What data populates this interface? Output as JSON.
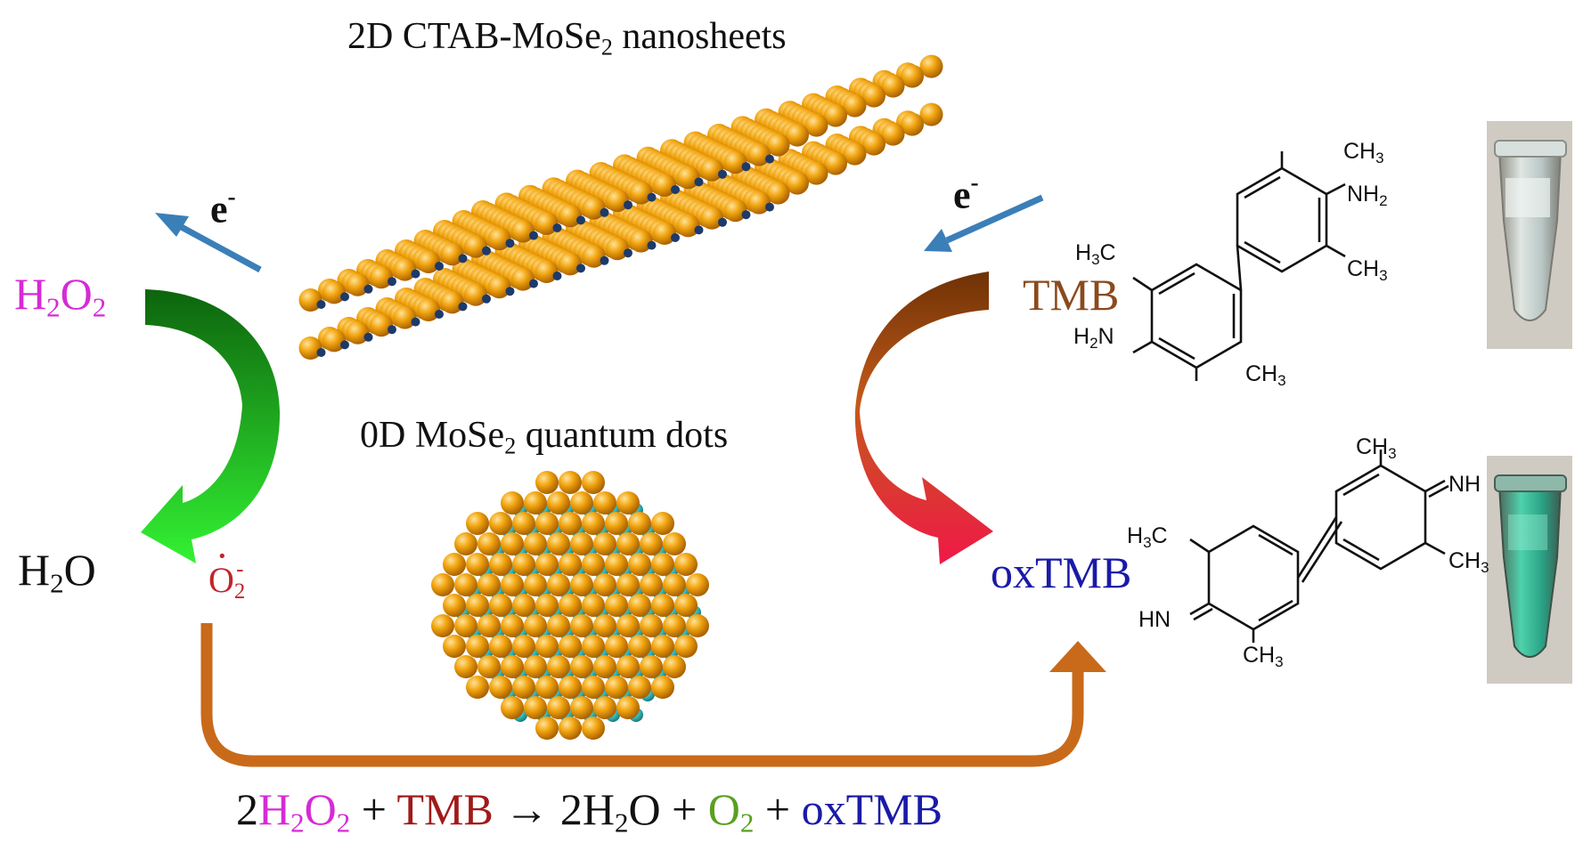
{
  "title_top": {
    "pre": "2D CTAB-MoSe",
    "sub": "2",
    "post": " nanosheets"
  },
  "title_mid": {
    "pre": "0D MoSe",
    "sub": "2",
    "post": " quantum dots"
  },
  "electron_left": {
    "base": "e",
    "sup": "-"
  },
  "electron_right": {
    "base": "e",
    "sup": "-"
  },
  "h2o2": {
    "a": "H",
    "b": "2",
    "c": "O",
    "d": "2",
    "color": "#d62ad6"
  },
  "h2o": {
    "a": "H",
    "b": "2",
    "c": "O",
    "color": "#111111"
  },
  "superoxide": {
    "base": "O",
    "sub": "2",
    "sup": "-",
    "dot": "·",
    "color": "#c0262d"
  },
  "tmb": {
    "text": "TMB",
    "color": "#8a4a1d"
  },
  "oxtmb": {
    "text": "oxTMB",
    "color": "#1a1aa8"
  },
  "equation": {
    "c1": "2",
    "h2o2_a": "H",
    "h2o2_b": "2",
    "h2o2_c": "O",
    "h2o2_d": "2",
    "plus1": " + ",
    "tmb": "TMB",
    "arrow": " → ",
    "c2": "2H",
    "h2o_sub": "2",
    "h2o_o": "O",
    "plus2": " + ",
    "o2": "O",
    "o2_sub": "2",
    "plus3": " + ",
    "oxtmb": "oxTMB",
    "colors": {
      "h2o2": "#d62ad6",
      "tmb": "#a01a1a",
      "o2": "#58a020",
      "oxtmb": "#1a1aa8",
      "default": "#111111"
    }
  },
  "tmb_structure": {
    "ch3_top": {
      "a": "CH",
      "b": "3"
    },
    "nh2_right": {
      "a": "NH",
      "b": "2"
    },
    "ch3_right": {
      "a": "CH",
      "b": "3"
    },
    "h3c_left": {
      "a": "H",
      "b": "3",
      "c": "C"
    },
    "h2n_left": {
      "a": "H",
      "b": "2",
      "c": "N"
    },
    "ch3_bottom": {
      "a": "CH",
      "b": "3"
    }
  },
  "oxtmb_structure": {
    "ch3_top": {
      "a": "CH",
      "b": "3"
    },
    "nh_right": "NH",
    "ch3_right": {
      "a": "CH",
      "b": "3"
    },
    "h3c_left": {
      "a": "H",
      "b": "3",
      "c": "C"
    },
    "hn_left": "HN",
    "ch3_bottom": {
      "a": "CH",
      "b": "3"
    }
  },
  "colors": {
    "sphere_orange": "#f0a010",
    "sphere_dark": "#b06a00",
    "dot_navy": "#1d3a6a",
    "qd_teal": "#38c0c0",
    "arrow_blue": "#3b7fb8",
    "arrow_green_dark": "#0f6a0f",
    "arrow_green_light": "#2ee82e",
    "arrow_brown": "#7a3a08",
    "arrow_red": "#e81a3a",
    "path_orange": "#c86a1a",
    "tube_clear": "#c8d4d2",
    "tube_green": "#2fa888"
  }
}
